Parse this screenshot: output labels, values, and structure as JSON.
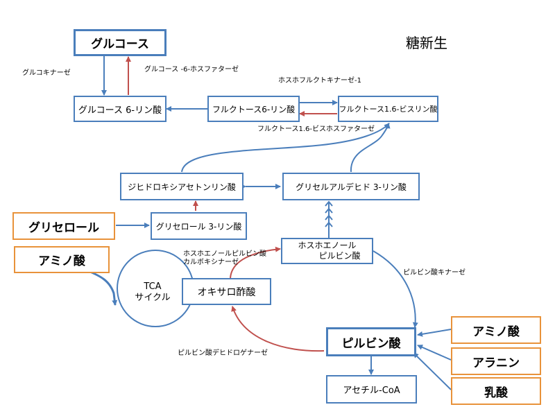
{
  "title": "糖新生",
  "nodes": {
    "glucose": "グルコース",
    "g6p": "グルコース 6-リン酸",
    "f6p": "フルクトース6-リン酸",
    "fbp": "フルクトース1.6-ビスリン酸",
    "dhap": "ジヒドロキシアセトンリン酸",
    "gap": "グリセルアルデヒド 3-リン酸",
    "glycerol": "グリセロール",
    "g3p": "グリセロール 3-リン酸",
    "pep_line1": "ホスホエノール",
    "pep_line2": "ピルビン酸",
    "amino1": "アミノ酸",
    "tca_line1": "TCA",
    "tca_line2": "サイクル",
    "oaa": "オキサロ酢酸",
    "pyruvate": "ピルビン酸",
    "amino2": "アミノ酸",
    "alanine": "アラニン",
    "lactate": "乳酸",
    "acetylcoa": "アセチル-CoA"
  },
  "enzymes": {
    "glucokinase": "グルコキナーゼ",
    "g6pase": "グルコース -6-ホスファターゼ",
    "pfk": "ホスホフルクトキナーゼ-1",
    "fbpase": "フルクトース1.6-ビスホスファターゼ",
    "pepck_line1": "ホスホエノールピルビン酸",
    "pepck_line2": "カルボキシナーゼ",
    "pk": "ピルビン酸キナーゼ",
    "pc": "ピルビン酸デヒドロゲナーゼ"
  },
  "colors": {
    "box_blue": "#4a7ebb",
    "box_orange": "#e8923a",
    "arrow_blue": "#4a7ebb",
    "arrow_red": "#c0504d"
  }
}
